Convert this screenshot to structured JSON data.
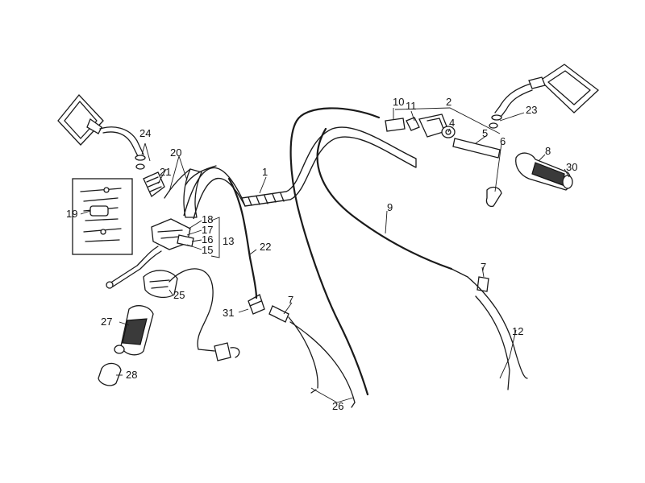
{
  "labels": [
    {
      "id": "1",
      "text": "1"
    },
    {
      "id": "2",
      "text": "2"
    },
    {
      "id": "4",
      "text": "4"
    },
    {
      "id": "5",
      "text": "5"
    },
    {
      "id": "6",
      "text": "6"
    },
    {
      "id": "7a",
      "text": "7"
    },
    {
      "id": "7b",
      "text": "7"
    },
    {
      "id": "8",
      "text": "8"
    },
    {
      "id": "9",
      "text": "9"
    },
    {
      "id": "10",
      "text": "10"
    },
    {
      "id": "11",
      "text": "11"
    },
    {
      "id": "12",
      "text": "12"
    },
    {
      "id": "13",
      "text": "13"
    },
    {
      "id": "15",
      "text": "15"
    },
    {
      "id": "16",
      "text": "16"
    },
    {
      "id": "17",
      "text": "17"
    },
    {
      "id": "18",
      "text": "18"
    },
    {
      "id": "19",
      "text": "19"
    },
    {
      "id": "20",
      "text": "20"
    },
    {
      "id": "21",
      "text": "21"
    },
    {
      "id": "22",
      "text": "22"
    },
    {
      "id": "23",
      "text": "23"
    },
    {
      "id": "24",
      "text": "24"
    },
    {
      "id": "25",
      "text": "25"
    },
    {
      "id": "26",
      "text": "26"
    },
    {
      "id": "27",
      "text": "27"
    },
    {
      "id": "28",
      "text": "28"
    },
    {
      "id": "30",
      "text": "30"
    },
    {
      "id": "31",
      "text": "31"
    }
  ]
}
